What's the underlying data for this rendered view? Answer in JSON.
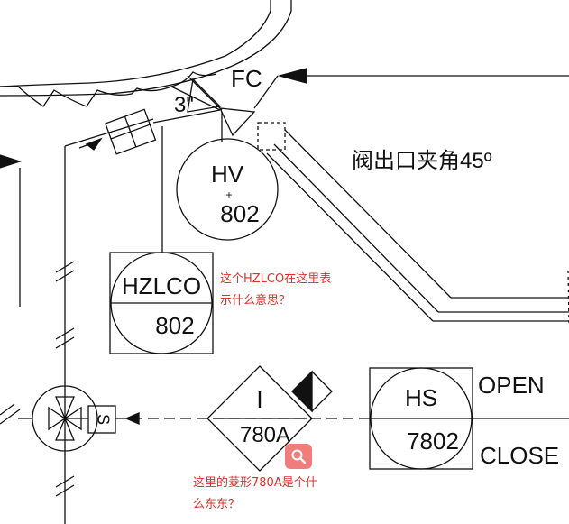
{
  "diagram": {
    "fc_label": "FC",
    "pipe_size": "3\"",
    "valve_angle_note": "阀出口夹角45º",
    "hv": {
      "tag": "HV",
      "plus": "+",
      "number": "802"
    },
    "hzlco": {
      "tag": "HZLCO",
      "number": "802"
    },
    "interlock": {
      "tag": "I",
      "number": "780A"
    },
    "hs": {
      "tag": "HS",
      "number": "7802",
      "open_label": "OPEN",
      "close_label": "CLOSE"
    },
    "solenoid_label": "S"
  },
  "annotations": {
    "hzlco_question_line1": "这个HZLCO在这里表",
    "hzlco_question_line2": "示什么意思？",
    "diamond_question_line1": "这里的菱形780A是个什",
    "diamond_question_line2": "么东东？"
  },
  "colors": {
    "line": "#111111",
    "annotation": "#e0302a",
    "badge": "#f07c7c"
  },
  "icons": {
    "search": "magnifier-icon"
  }
}
